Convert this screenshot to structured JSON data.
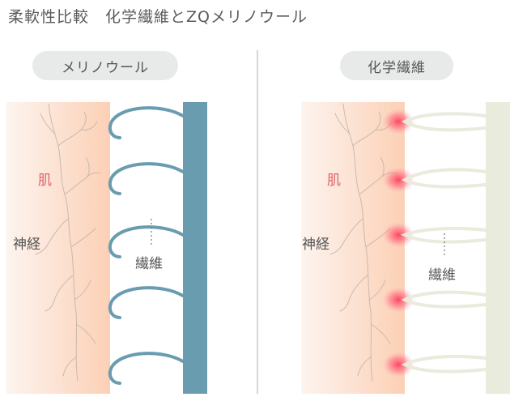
{
  "title": "柔軟性比較　化学繊維とZQメリノウール",
  "left": {
    "heading": "メリノウール",
    "skin_label": "肌",
    "nerve_label": "神経",
    "fiber_label": "繊維",
    "colors": {
      "fiber": "#6a9cb0",
      "skin_gradient_start": "#fdf3ee",
      "skin_gradient_end": "#fcd0b6"
    }
  },
  "right": {
    "heading": "化学繊維",
    "skin_label": "肌",
    "nerve_label": "神経",
    "fiber_label": "繊維",
    "colors": {
      "fiber": "#e9ebdc",
      "irritation": "#ff4d6a",
      "skin_gradient_start": "#fdf3ee",
      "skin_gradient_end": "#fcd0b6"
    }
  }
}
